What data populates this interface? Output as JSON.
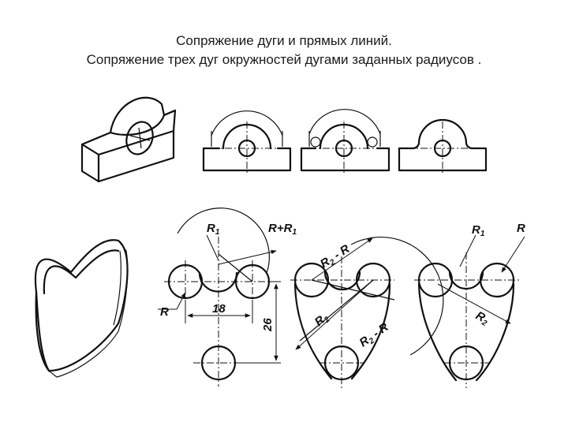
{
  "header": {
    "title_line1": "Сопряжение дуги и прямых линий.",
    "title_line2": "Сопряжение трех дуг окружностей дугами заданных радиусов ."
  },
  "labels": {
    "r1_a": "R",
    "r1_a_sub": "1",
    "r_plus_r1": "R+R",
    "r_plus_r1_sub": "1",
    "r_a": "R",
    "dim_18": "18",
    "dim_26": "26",
    "r2_minus_r_a": "R",
    "r2_minus_r_a_sub": "2",
    "r2_minus_r_a_tail": " - R",
    "r2_a": "R",
    "r2_a_sub": "2",
    "r2_minus_r_b": "R",
    "r2_minus_r_b_sub": "2",
    "r2_minus_r_b_tail": " - R",
    "r1_b": "R",
    "r1_b_sub": "1",
    "r_b": "R",
    "r2_b": "R",
    "r2_b_sub": "2"
  }
}
